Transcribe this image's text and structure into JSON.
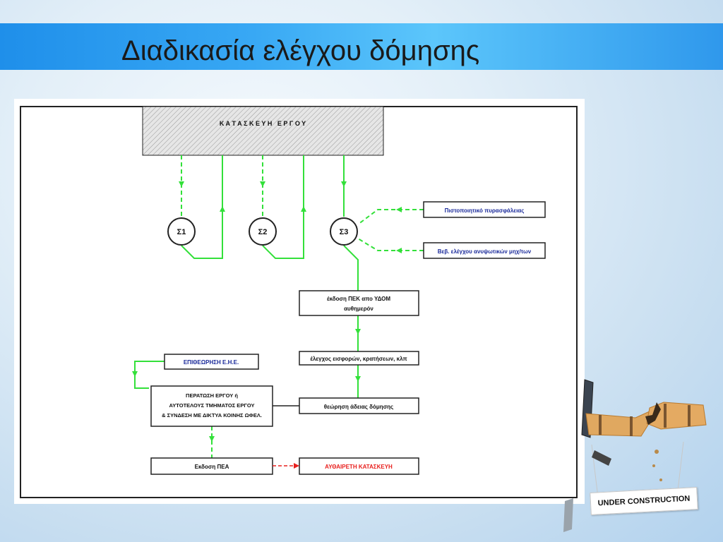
{
  "slide": {
    "title": "Διαδικασία ελέγχου δόμησης"
  },
  "diagram": {
    "construction_box": "Κ Α Τ Α Σ Κ Ε Υ Η   Ε Ρ Γ Ο Υ",
    "nodes": {
      "s1": "Σ1",
      "s2": "Σ2",
      "s3": "Σ3"
    },
    "cert_fire": "Πιστοποιητικό πυρασφάλειας",
    "cert_lift": "Βεβ. ελέγχου ανυψωτικών μηχ/των",
    "pek_line1": "έκδοση ΠΕΚ απο ΥΔΟΜ",
    "pek_line2": "αυθημερόν",
    "contrib_check": "έλεγχος εισφορών, κρατήσεων, κλπ",
    "permit_review": "θεώρηση άδειας δόμησης",
    "inspection": "ΕΠΙΘΕΩΡΗΣΗ Ε.Η.Ε.",
    "completion_line1": "ΠΕΡΑΤΩΣΗ ΕΡΓΟΥ ή",
    "completion_line2": "ΑΥΤΟΤΕΛΟΥΣ ΤΜΗΜΑΤΟΣ ΕΡΓΟΥ",
    "completion_line3": "& ΣΥΝΔΕΣΗ ΜΕ ΔΙΚΤΥΑ ΚΟΙΝΗΣ ΩΦΕΛ.",
    "pea_issue": "Εκδοση ΠΕΑ",
    "illegal": "ΑΥΘΑΙΡΕΤΗ ΚΑΤΑΣΚΕΥΗ"
  },
  "badge": {
    "text": "UNDER CONSTRUCTION"
  },
  "colors": {
    "flow_green": "#33e03a",
    "title_blue": "#2f9ef0",
    "link_text": "#1a2a9a",
    "alert_red": "#e8201e"
  }
}
